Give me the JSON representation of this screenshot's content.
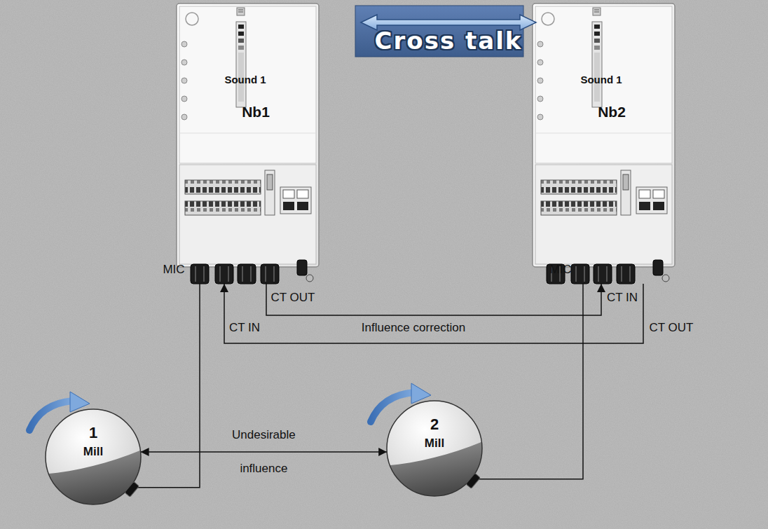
{
  "diagram": {
    "title": "Cross talk",
    "nodes": [
      {
        "text": [
          "Sound 1",
          "Nb1"
        ]
      },
      {
        "text": [
          "Sound 1",
          "Nb2"
        ]
      },
      {
        "text": [
          "1",
          "Mill"
        ]
      },
      {
        "text": [
          "2",
          "Mill"
        ]
      }
    ],
    "edges": [
      {
        "from": 0,
        "to": 1,
        "arrow": "to"
      },
      {
        "from": 1,
        "to": 0,
        "arrow": "to"
      },
      {
        "from": 2,
        "to": 0,
        "arrow": "none"
      },
      {
        "from": 3,
        "to": 1,
        "arrow": "none"
      },
      {
        "from": 2,
        "to": 3,
        "arrow": "both",
        "label": "Undesirable influence"
      }
    ],
    "labels": [
      "MIC",
      "CT OUT",
      "CT IN",
      "Influence correction",
      "MIC",
      "CT IN",
      "CT OUT"
    ]
  }
}
